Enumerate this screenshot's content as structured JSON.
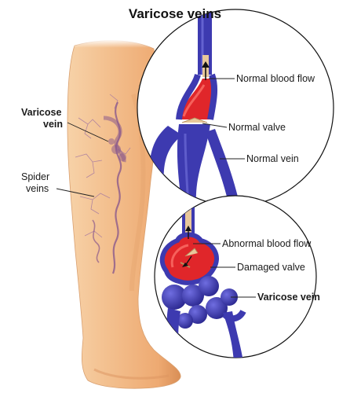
{
  "title": "Varicose veins",
  "leg_labels": {
    "varicose_line1": "Varicose",
    "varicose_line2": "vein",
    "spider_line1": "Spider",
    "spider_line2": "veins"
  },
  "top_inset": {
    "flow_label": "Normal blood flow",
    "valve_label": "Normal valve",
    "vein_label": "Normal vein"
  },
  "bottom_inset": {
    "flow_label": "Abnormal blood flow",
    "valve_label": "Damaged valve",
    "vein_label": "Varicose vein"
  },
  "colors": {
    "skin": "#f3c08f",
    "skin_shadow": "#e19a62",
    "vein_blue": "#3d3ab0",
    "blood_red": "#e0262a",
    "spider_purple": "#8b5a8c",
    "leader_line": "#222222"
  }
}
